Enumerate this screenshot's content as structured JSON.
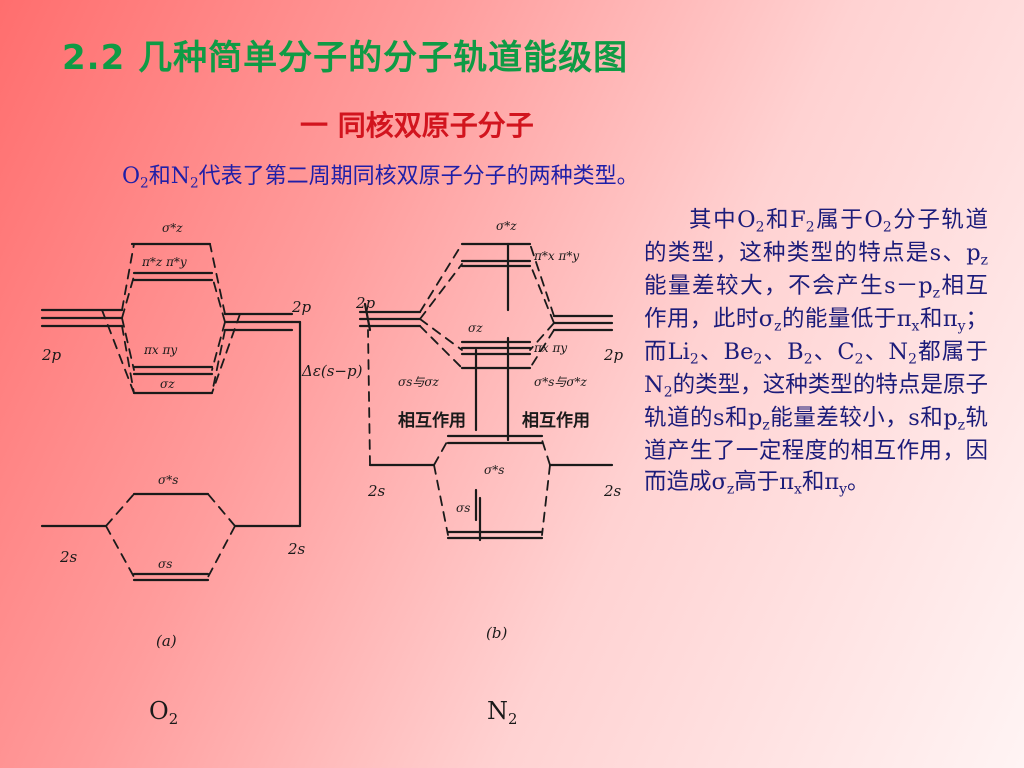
{
  "title": "2.2 几种简单分子的分子轨道能级图",
  "subtitle": "一  同核双原子分子",
  "intro": {
    "o2": "O",
    "sub2a": "2",
    "he": "和",
    "n2": "N",
    "sub2b": "2",
    "rest": "代表了第二周期同核双原子分子的两种类型。"
  },
  "diagram": {
    "labels": {
      "p2_left_a": "2p",
      "p2_right_a": "2p",
      "s2_left_a": "2s",
      "s2_right_a": "2s",
      "p2_left_b": "2p",
      "p2_right_b": "2p",
      "s2_left_b": "2s",
      "s2_right_b": "2s",
      "delta_label": "Δε(s−p)",
      "sigma_z_star": "σ*z",
      "pi_star": "π*z  π*y",
      "pi_xy": "πx  πy",
      "sigma_z": "σz",
      "sigma_s_star": "σ*s",
      "sigma_s": "σs",
      "b_sigma_z_star": "σ*z",
      "b_pi_star": "π*x  π*y",
      "b_sigma_z": "σz",
      "b_pi": "πx  πy",
      "b_sigma_s_star": "σ*s",
      "b_sigma_s": "σs",
      "interact_left": "σs与σz",
      "interact_right": "σ*s与σ*z",
      "interaction": "相互作用",
      "fig_a": "(a)",
      "fig_b": "(b)"
    }
  },
  "molecules": {
    "o2": "O",
    "o2_sub": "2",
    "n2": "N",
    "n2_sub": "2"
  },
  "description": {
    "t1": "其中O",
    "s1": "2",
    "t2": "和F",
    "s2": "2",
    "t3": "属于O",
    "s3": "2",
    "t4": "分子轨道的类型，这种类型的特点是s、p",
    "s4": "z",
    "t5": "能量差较大，不会产生s－p",
    "s5": "z",
    "t6": "相互作用，此时σ",
    "s6": "z",
    "t7": "的能量低于π",
    "s7": "x",
    "t8": "和π",
    "s8": "y",
    "t9": "；而Li",
    "s9": "2",
    "t10": "、Be",
    "s10": "2",
    "t11": "、B",
    "s11": "2",
    "t12": "、C",
    "s12": "2",
    "t13": "、N",
    "s13": "2",
    "t14": "都属于N",
    "s14": "2",
    "t15": "的类型，这种类型的特点是原子轨道的s和p",
    "s15": "z",
    "t16": "能量差较小，s和p",
    "s16": "z",
    "t17": "轨道产生了一定程度的相互作用，因而造成σ",
    "s17": "z",
    "t18": "高于π",
    "s18": "x",
    "t19": "和π",
    "s19": "y",
    "t20": "。"
  }
}
